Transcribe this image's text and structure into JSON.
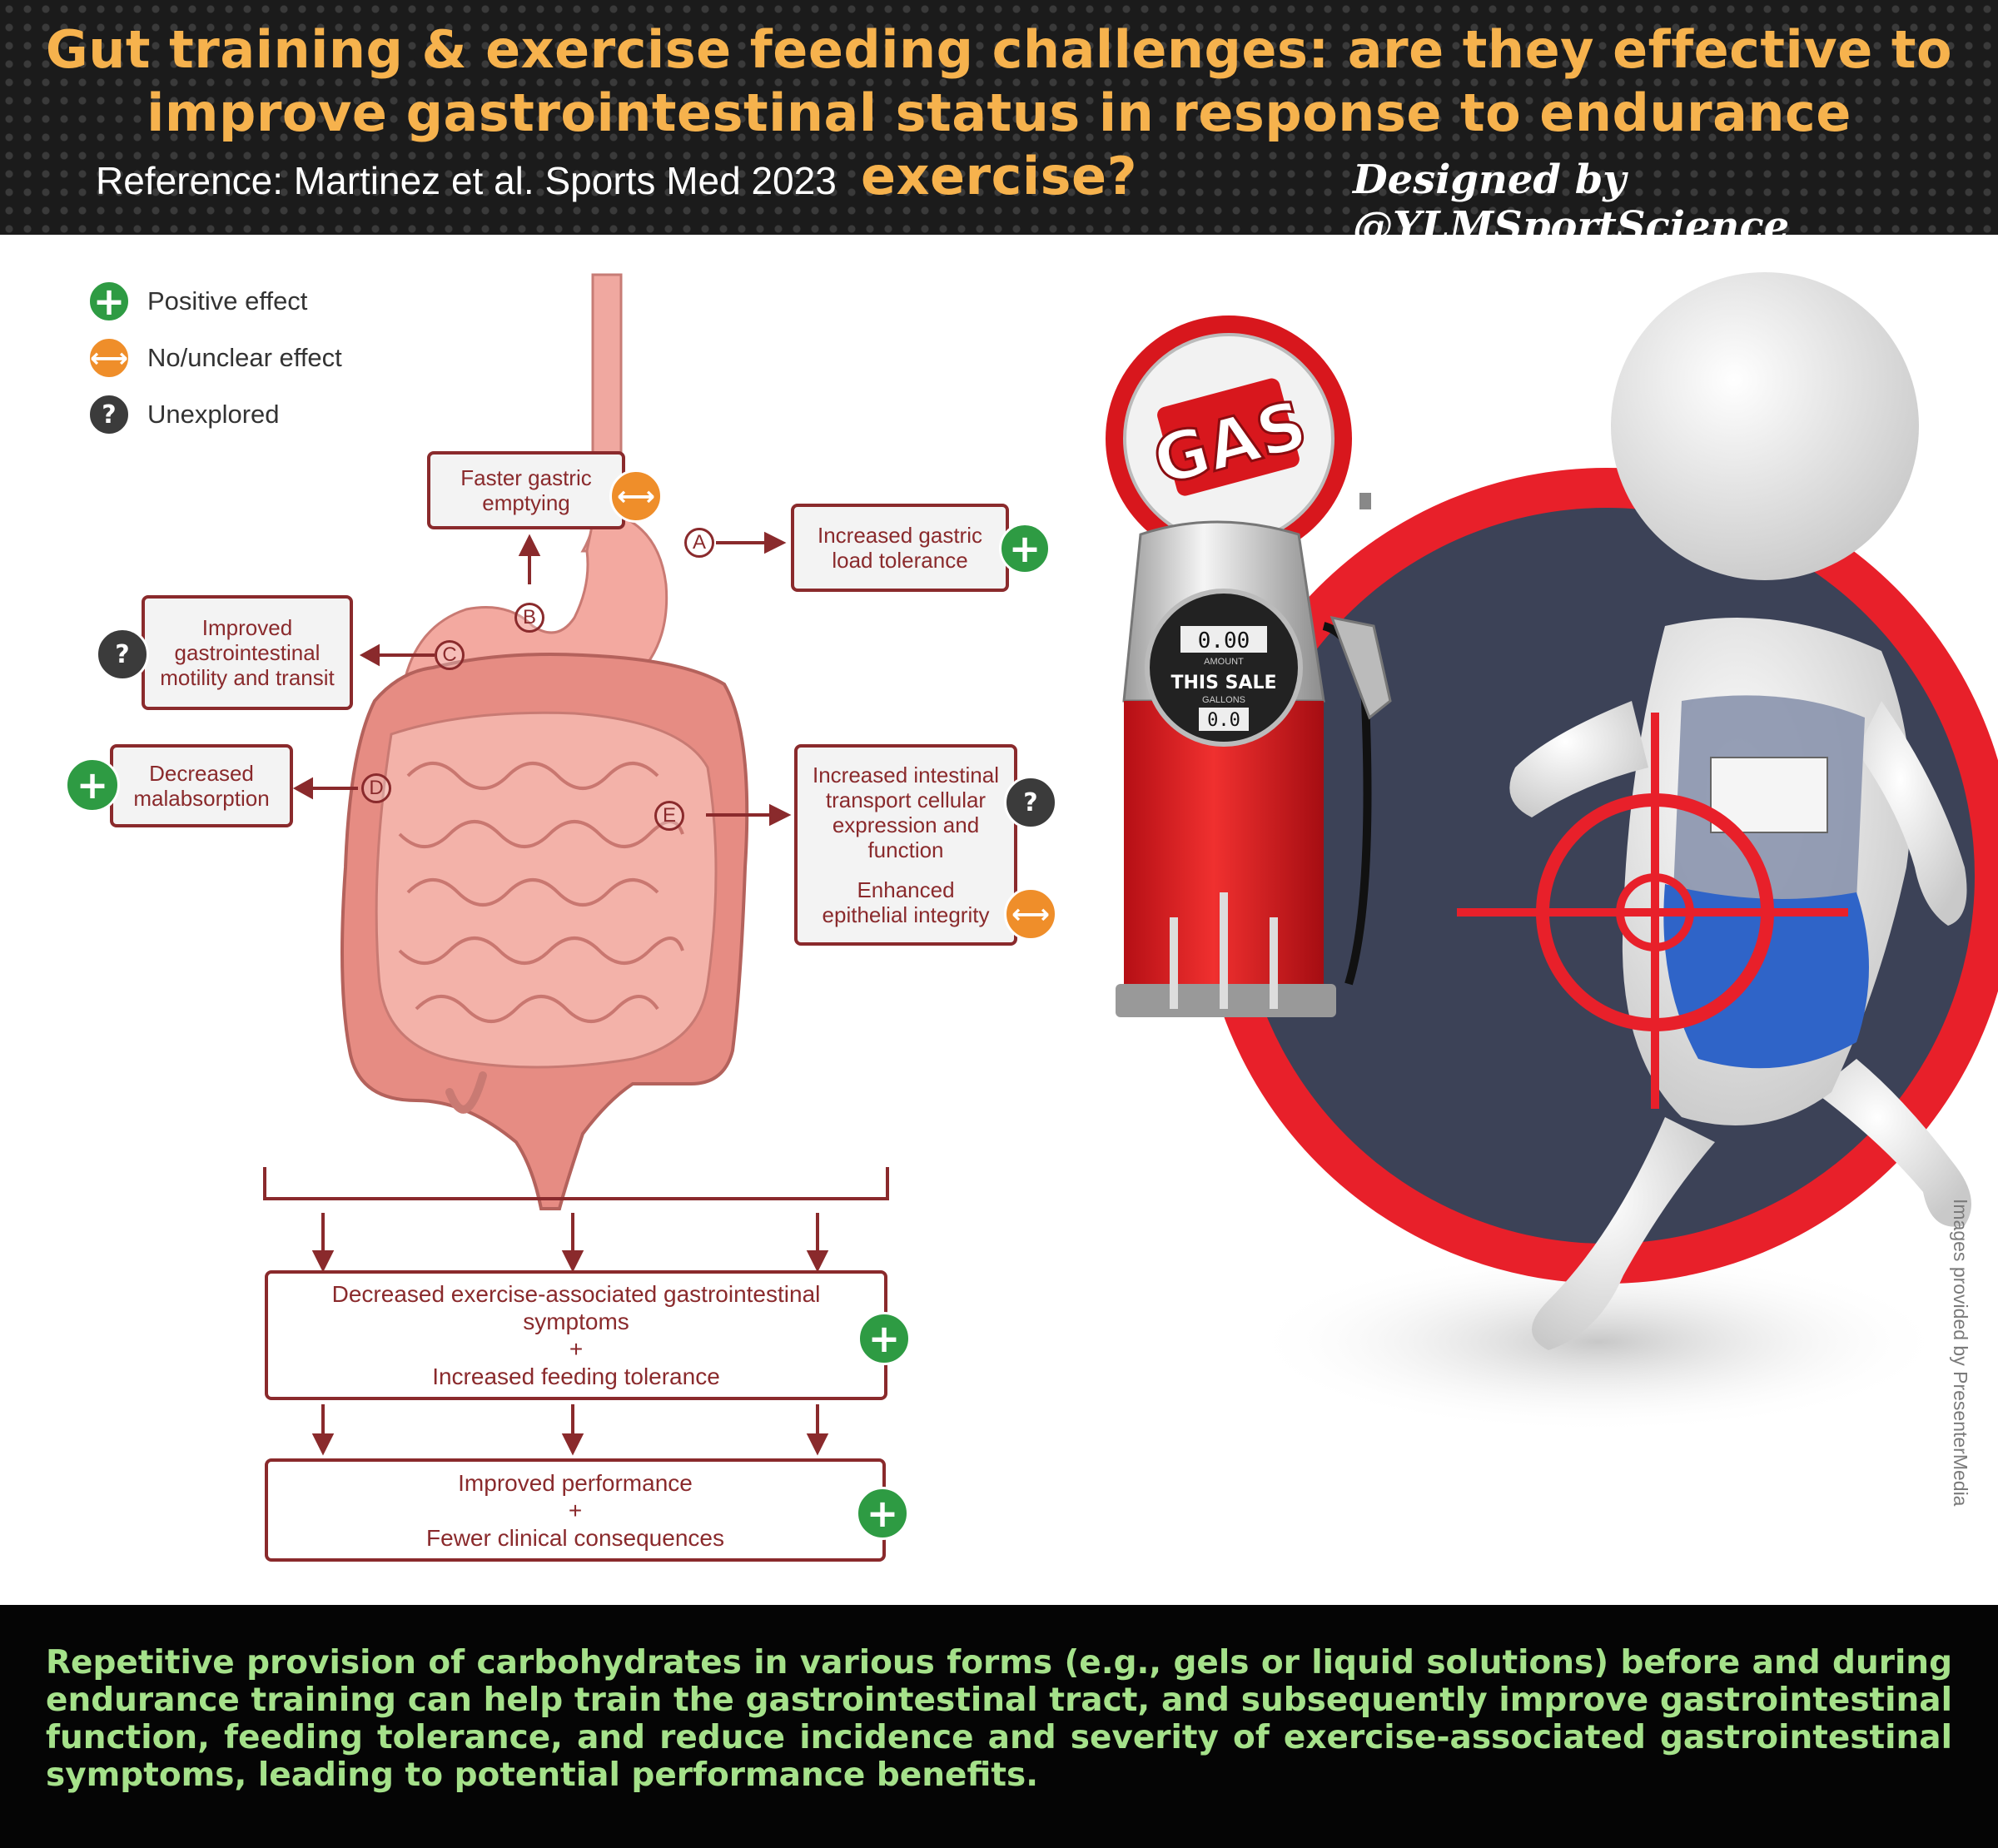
{
  "header": {
    "title_line1": "Gut training & exercise feeding challenges: are they effective to",
    "title_line2": "improve gastrointestinal status in response to endurance exercise?",
    "reference": "Reference: Martinez et al. Sports Med 2023",
    "credit": "Designed by @YLMSportScience"
  },
  "legend": [
    {
      "icon": "plus-icon",
      "label": "Positive effect"
    },
    {
      "icon": "double-arrow-icon",
      "label": "No/unclear effect"
    },
    {
      "icon": "question-icon",
      "label": "Unexplored"
    }
  ],
  "diagram": {
    "letters": [
      "A",
      "B",
      "C",
      "D",
      "E"
    ],
    "boxes": {
      "gastric_emptying": "Faster gastric emptying",
      "gastric_load": "Increased gastric load tolerance",
      "motility": "Improved gastrointestinal motility and transit",
      "malabsorption": "Decreased malabsorption",
      "transport": "Increased intestinal transport cellular expression and function",
      "epithelial": "Enhanced epithelial integrity",
      "symptoms_line1": "Decreased exercise-associated gastrointestinal",
      "symptoms_line2": "symptoms",
      "symptoms_plus": "+",
      "symptoms_line3": "Increased feeding tolerance",
      "performance_line1": "Improved performance",
      "performance_plus": "+",
      "performance_line2": "Fewer clinical consequences"
    },
    "icon_symbols": {
      "plus": "+",
      "neutral": "⟷",
      "unknown": "?"
    }
  },
  "illustration": {
    "gas_sign": "GAS",
    "pump_amount": "0.00",
    "pump_amount_label": "AMOUNT",
    "pump_sale": "THIS SALE",
    "pump_gallons_label": "GALLONS",
    "pump_gallons": "0.0",
    "image_credit": "Images provided by PresenterMedia"
  },
  "summary": "Repetitive provision of carbohydrates in various forms (e.g., gels or liquid solutions) before and during endurance training can help train the gastrointestinal tract, and subsequently improve gastrointestinal function, feeding tolerance, and reduce incidence and severity of exercise-associated gastrointestinal symptoms, leading to potential performance benefits.",
  "colors": {
    "title": "#f6b24d",
    "summary": "#a5e18a",
    "box_border": "#8a2a2c",
    "positive": "#2e9b43",
    "neutral": "#ef8e2a",
    "unknown": "#3b3b3b",
    "target_red": "#e8202a"
  }
}
